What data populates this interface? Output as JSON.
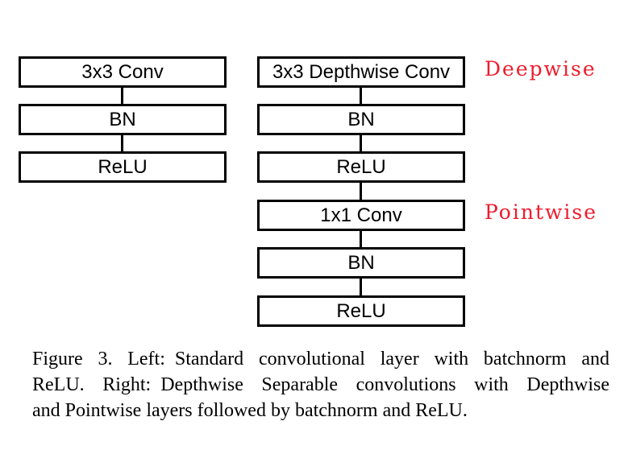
{
  "figure": {
    "left_column": {
      "boxes": [
        "3x3 Conv",
        "BN",
        "ReLU"
      ]
    },
    "right_column": {
      "boxes": [
        "3x3 Depthwise Conv",
        "BN",
        "ReLU",
        "1x1 Conv",
        "BN",
        "ReLU"
      ]
    },
    "annotations": {
      "depthwise_label": "Deepwise",
      "pointwise_label": "Pointwise",
      "color": "#ee1c2c"
    }
  },
  "caption": {
    "lines": [
      "Figure 3. Left: Standard convolutional layer with batchnorm and",
      "ReLU. Right: Depthwise Separable convolutions with Depthwise",
      "and Pointwise layers followed by batchnorm and ReLU."
    ]
  }
}
